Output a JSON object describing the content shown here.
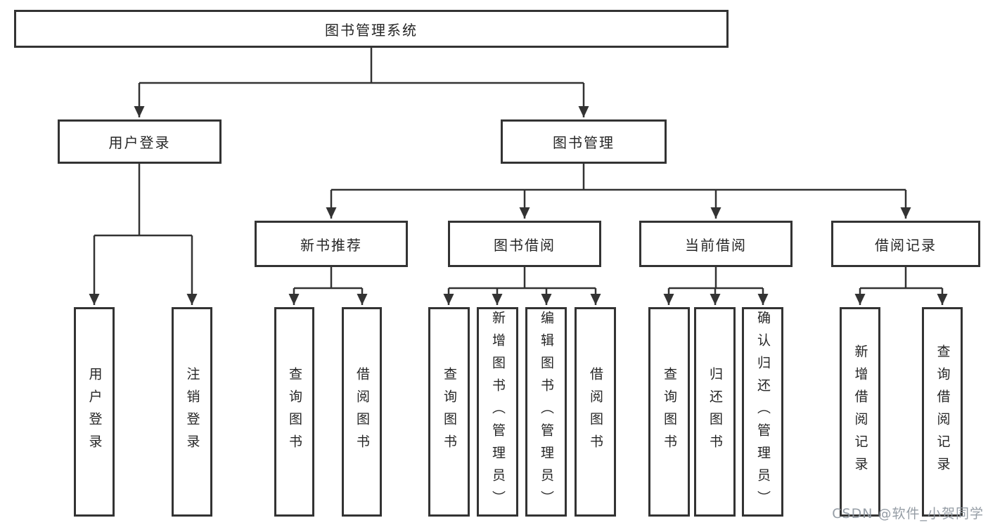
{
  "diagram": {
    "type": "tree",
    "root": {
      "label": "图书管理系统"
    },
    "branches": [
      {
        "label": "用户登录",
        "children": [
          {
            "label": "用户登录"
          },
          {
            "label": "注销登录"
          }
        ]
      },
      {
        "label": "图书管理",
        "children": [
          {
            "label": "新书推荐",
            "children": [
              {
                "label": "查询图书"
              },
              {
                "label": "借阅图书"
              }
            ]
          },
          {
            "label": "图书借阅",
            "children": [
              {
                "label": "查询图书"
              },
              {
                "label": "新增图书（管理员）"
              },
              {
                "label": "编辑图书（管理员）"
              },
              {
                "label": "借阅图书"
              }
            ]
          },
          {
            "label": "当前借阅",
            "children": [
              {
                "label": "查询图书"
              },
              {
                "label": "归还图书"
              },
              {
                "label": "确认归还（管理员）"
              }
            ]
          },
          {
            "label": "借阅记录",
            "children": [
              {
                "label": "新增借阅记录"
              },
              {
                "label": "查询借阅记录"
              }
            ]
          }
        ]
      }
    ]
  },
  "style": {
    "stroke_color": "#333333",
    "text_color": "#262626",
    "background": "#ffffff"
  },
  "watermark": {
    "text": "CSDN @软件_小贺同学",
    "color": "#8d959e"
  }
}
